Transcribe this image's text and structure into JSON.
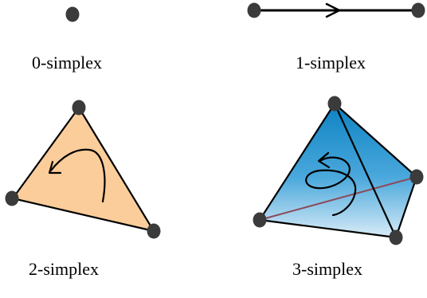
{
  "labels": {
    "zero": "0-simplex",
    "one": "1-simplex",
    "two": "2-simplex",
    "three": "3-simplex"
  },
  "colors": {
    "vertex": "#3b3b3b",
    "edge": "#000000",
    "triangle_fill": "#fbcd9b",
    "tetra_top": "#0f86c4",
    "tetra_bottom": "#cde6f5",
    "hidden_edge": "#8b4a5a"
  }
}
